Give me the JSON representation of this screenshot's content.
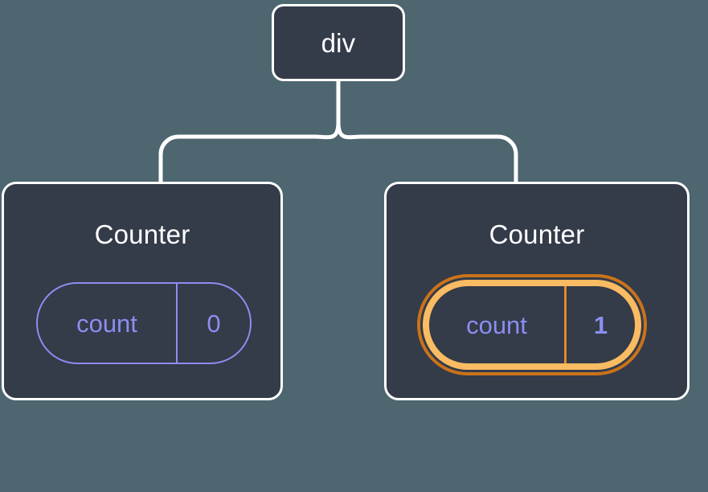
{
  "theme": {
    "background": "#4d6670",
    "node_fill": "#343b49",
    "node_border": "#ffffff",
    "text_primary": "#ffffff",
    "state_accent": "#8b8ef0",
    "highlight_outer": "#c9731a",
    "highlight_inner": "#f9bc62",
    "highlight_divider": "#e08b2a",
    "sparkle": "#f9bc62"
  },
  "tree": {
    "root": {
      "label": "div"
    },
    "children": [
      {
        "title": "Counter",
        "highlighted": false,
        "state": {
          "key": "count",
          "value": "0"
        }
      },
      {
        "title": "Counter",
        "highlighted": true,
        "state": {
          "key": "count",
          "value": "1"
        },
        "sparkles": [
          {
            "name": "sparkle-large"
          },
          {
            "name": "sparkle-small"
          }
        ]
      }
    ]
  }
}
